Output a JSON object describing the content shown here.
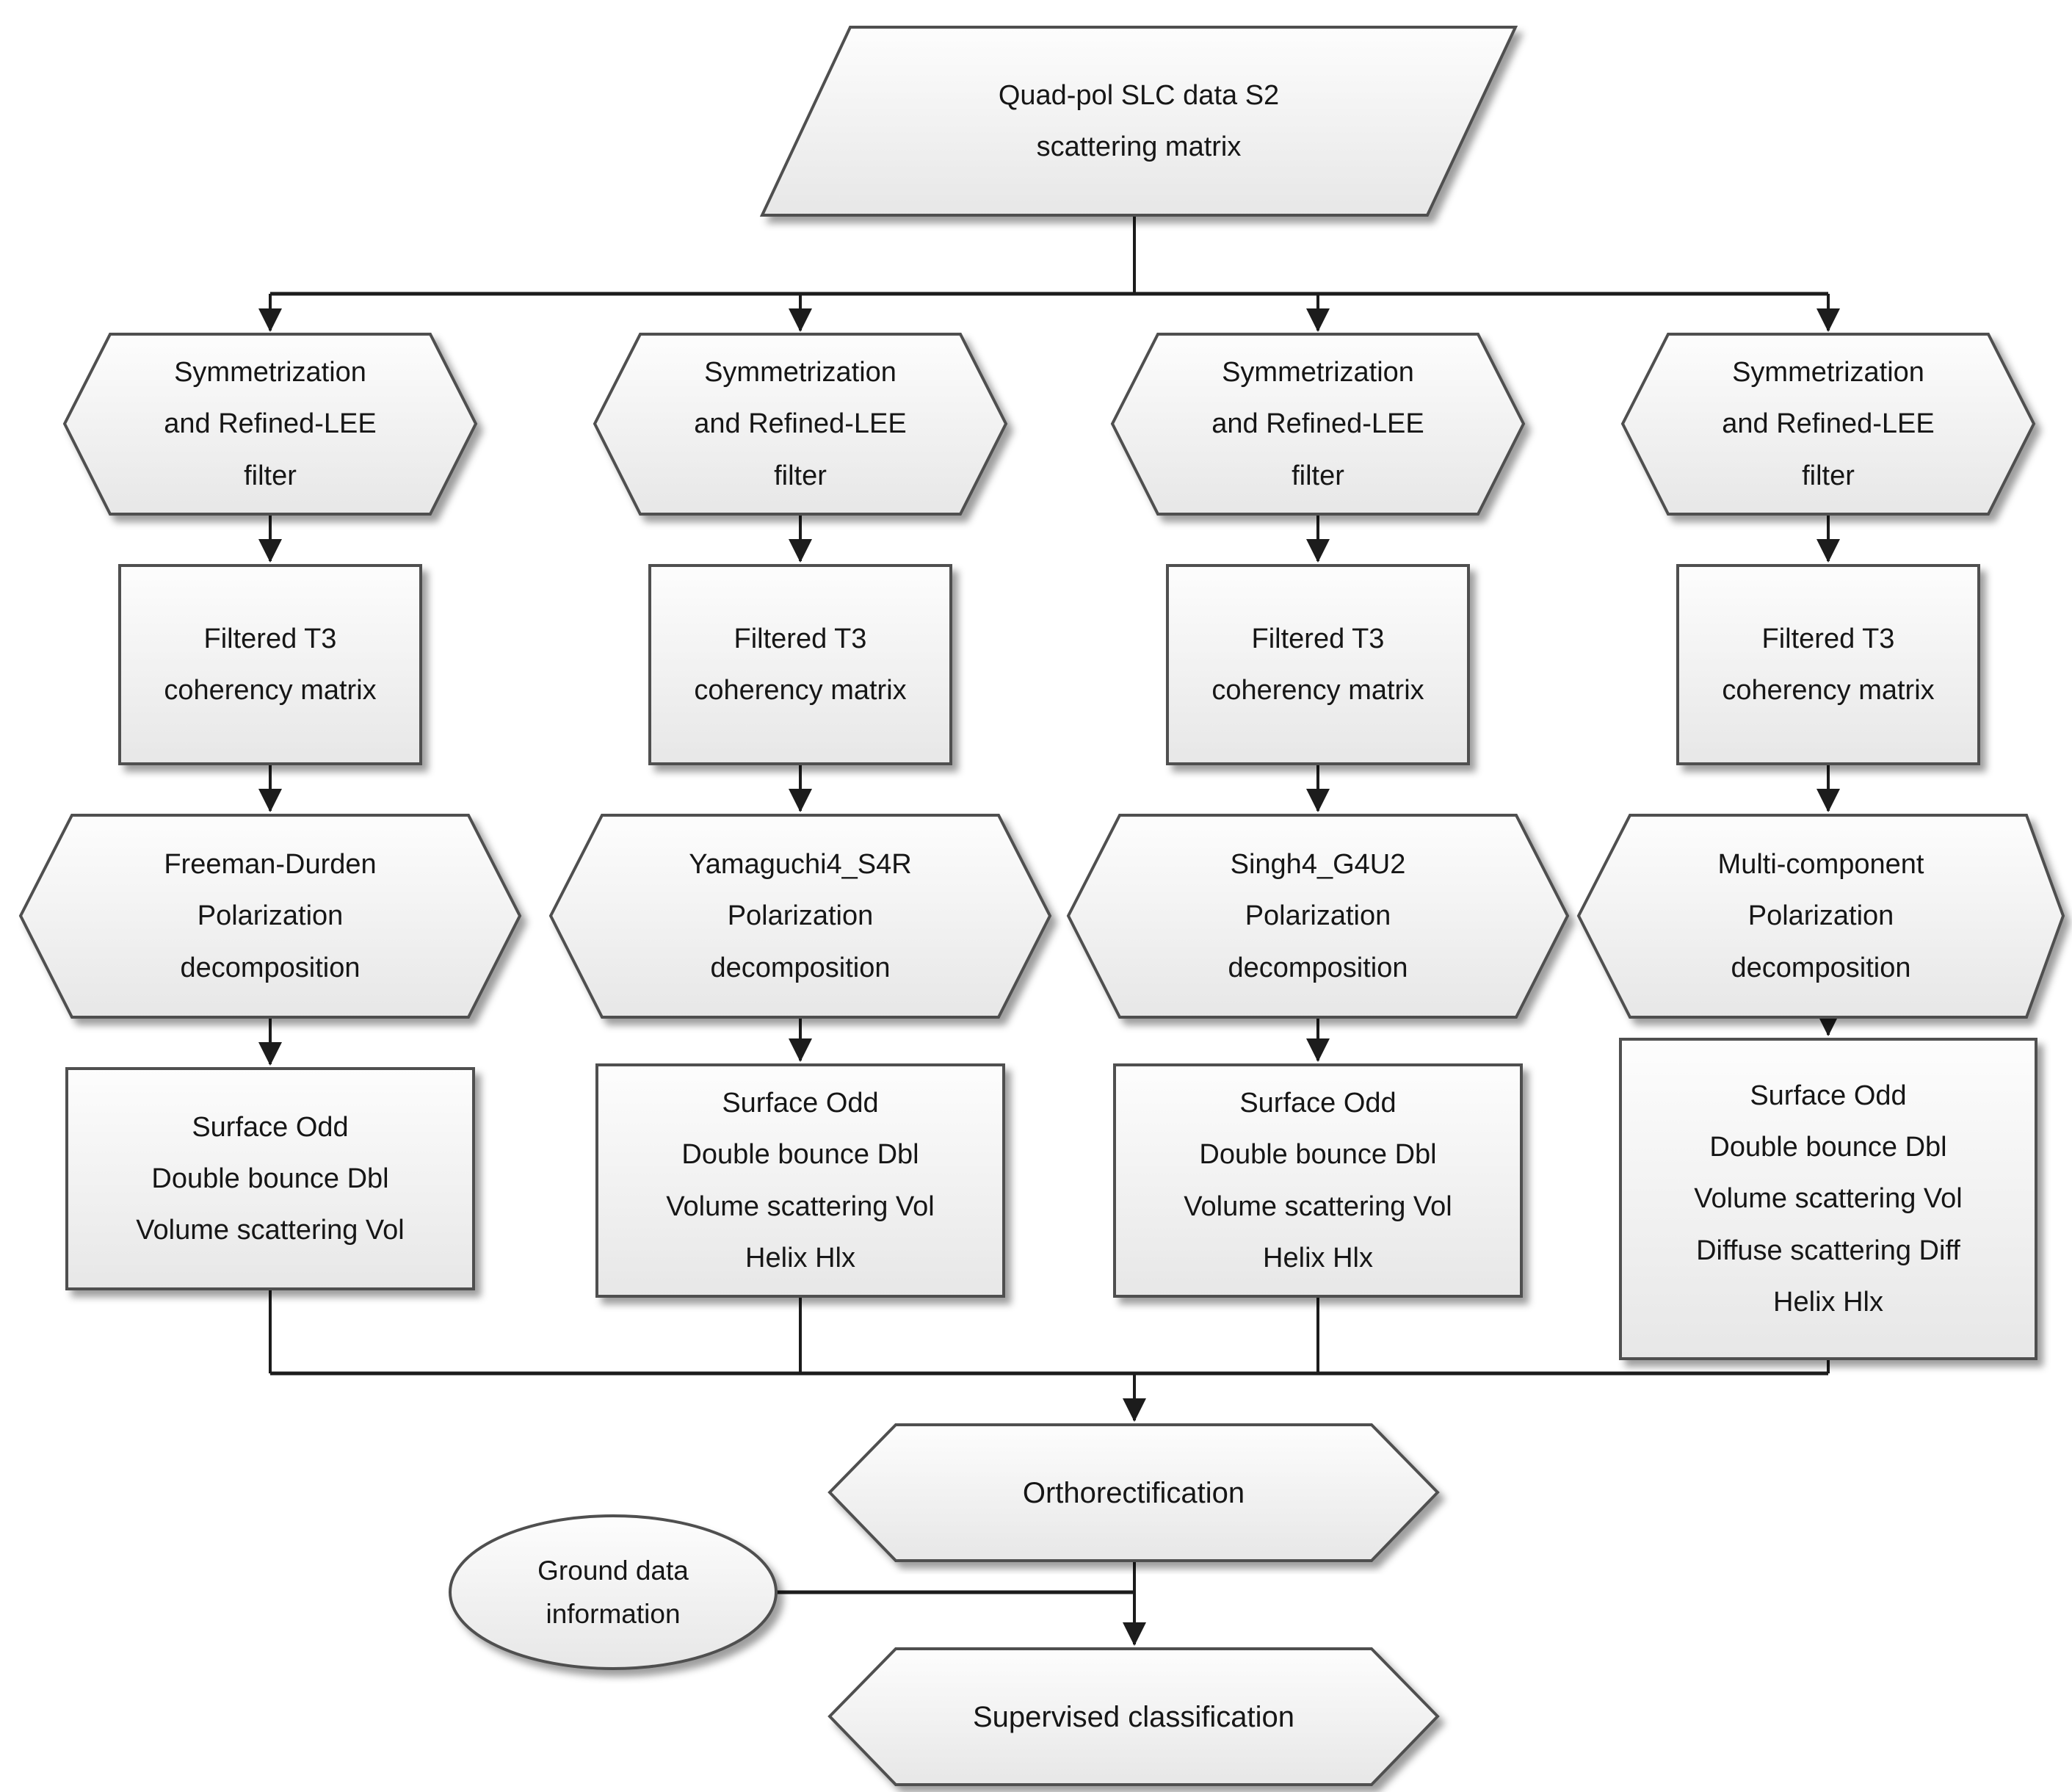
{
  "diagram": {
    "source": {
      "label": "Quad-pol SLC data S2\nscattering matrix"
    },
    "branches": [
      {
        "filter": "Symmetrization\nand Refined-LEE\nfilter",
        "matrix": "Filtered T3\ncoherency matrix",
        "decomposition": "Freeman-Durden\nPolarization\ndecomposition",
        "outputs": "Surface Odd\nDouble bounce Dbl\nVolume scattering Vol"
      },
      {
        "filter": "Symmetrization\nand Refined-LEE\nfilter",
        "matrix": "Filtered T3\ncoherency matrix",
        "decomposition": "Yamaguchi4_S4R\nPolarization\ndecomposition",
        "outputs": "Surface Odd\nDouble bounce Dbl\nVolume scattering Vol\nHelix Hlx"
      },
      {
        "filter": "Symmetrization\nand Refined-LEE\nfilter",
        "matrix": "Filtered T3\ncoherency matrix",
        "decomposition": "Singh4_G4U2\nPolarization\ndecomposition",
        "outputs": "Surface Odd\nDouble bounce Dbl\nVolume scattering Vol\nHelix Hlx"
      },
      {
        "filter": "Symmetrization\nand Refined-LEE\nfilter",
        "matrix": "Filtered T3\ncoherency matrix",
        "decomposition": "Multi-component\nPolarization\ndecomposition",
        "outputs": "Surface Odd\nDouble bounce Dbl\nVolume scattering Vol\nDiffuse scattering Diff\nHelix Hlx"
      }
    ],
    "orthorectification": {
      "label": "Orthorectification"
    },
    "ground_data": {
      "label": "Ground data\ninformation"
    },
    "classification": {
      "label": "Supervised classification"
    }
  },
  "colors": {
    "background": "#ffffff",
    "node_fill_top": "#fdfdfd",
    "node_fill_bottom": "#e7e7e7",
    "node_border": "#4f4f4f",
    "connector": "#1c1c1c",
    "text": "#161616"
  }
}
